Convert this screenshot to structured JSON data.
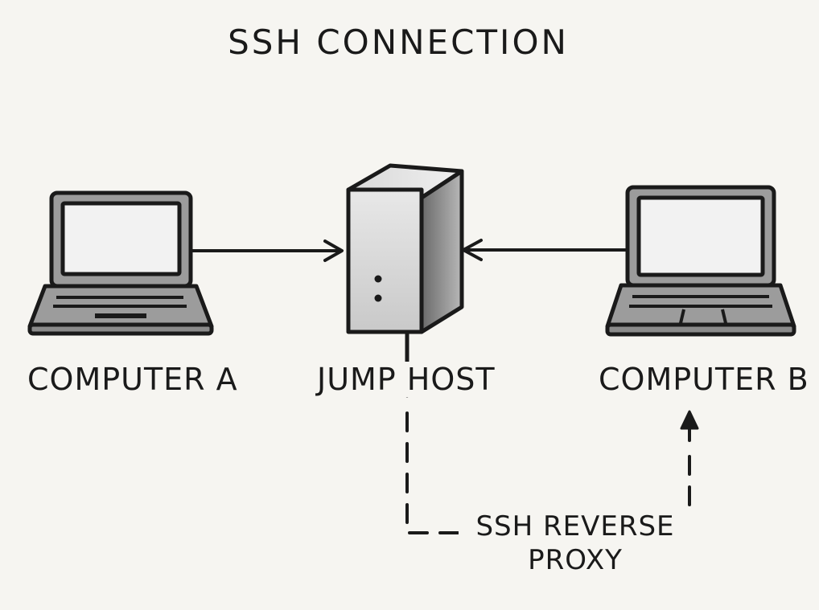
{
  "title": "SSH CONNECTION",
  "nodes": {
    "computer_a": {
      "label": "COMPUTER A",
      "icon": "laptop-icon"
    },
    "jump_host": {
      "label": "JUMP HOST",
      "icon": "server-tower-icon"
    },
    "computer_b": {
      "label": "COMPUTER B",
      "icon": "laptop-icon"
    }
  },
  "edges": [
    {
      "from": "computer_a",
      "to": "jump_host",
      "style": "solid"
    },
    {
      "from": "computer_b",
      "to": "jump_host",
      "style": "solid"
    },
    {
      "from": "jump_host",
      "to": "computer_b",
      "style": "dashed",
      "label": "SSH REVERSE PROXY"
    }
  ],
  "colors": {
    "background": "#f6f5f1",
    "stroke": "#1a1a1a",
    "screen": "#f2f2f2",
    "body": "#9a9a9a"
  }
}
